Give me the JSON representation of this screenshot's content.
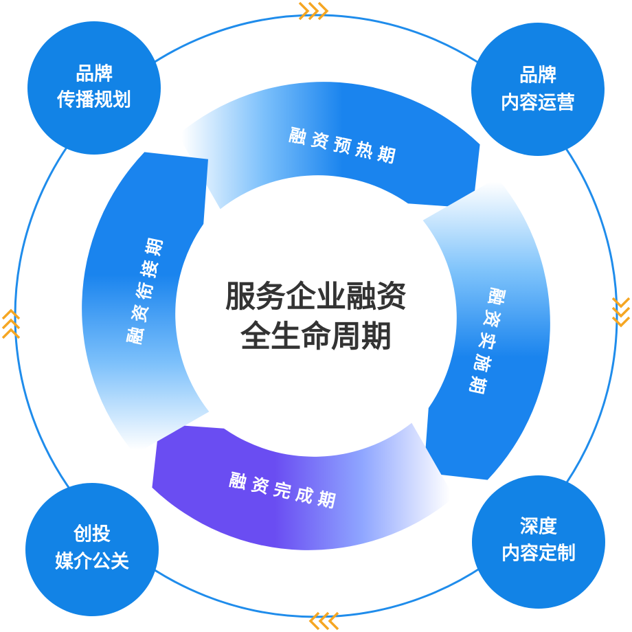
{
  "center": {
    "line1": "服务企业融资",
    "line2": "全生命周期"
  },
  "nodes": [
    {
      "id": "top-left",
      "line1": "品牌",
      "line2": "传播规划"
    },
    {
      "id": "top-right",
      "line1": "品牌",
      "line2": "内容运营"
    },
    {
      "id": "bottom-right",
      "line1": "深度",
      "line2": "内容定制"
    },
    {
      "id": "bottom-left",
      "line1": "创投",
      "line2": "媒介公关"
    }
  ],
  "stages": [
    {
      "id": "warmup",
      "label": "融资预热期"
    },
    {
      "id": "execution",
      "label": "融资实施期"
    },
    {
      "id": "completion",
      "label": "融资完成期"
    },
    {
      "id": "transition",
      "label": "融资衔接期"
    }
  ],
  "colors": {
    "node": "#1283e6",
    "outer_ring": "#1f8ceb",
    "chevron": "#f5a623",
    "arrow_blue": "#1a84ee",
    "arrow_light": "#ffffff",
    "arrow_purple": "#6a4df2",
    "center_text": "#333333"
  }
}
